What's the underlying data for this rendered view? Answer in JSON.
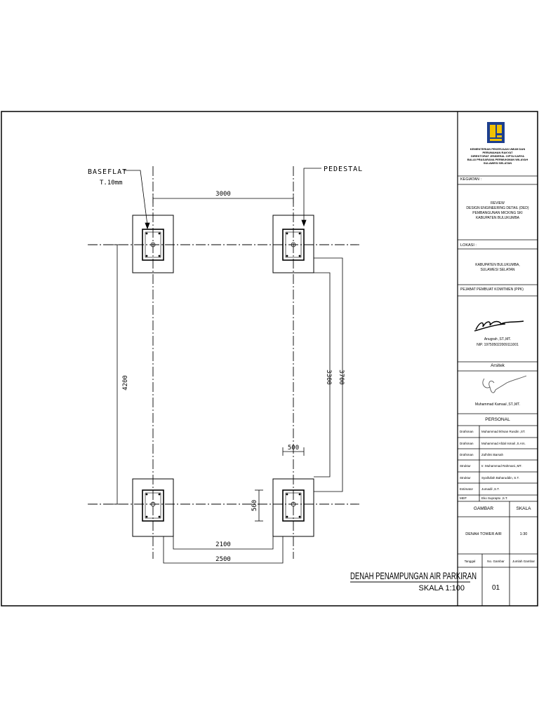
{
  "drawing": {
    "labels": {
      "baseflat": "BASEFLAT",
      "baseflat_thickness": "T.10mm",
      "pedestal": "PEDESTAL"
    },
    "dimensions": {
      "top_span": "3000",
      "left_height": "4200",
      "right_inner": "3300",
      "right_outer": "3700",
      "bottom_inner": "2100",
      "bottom_outer": "2500",
      "pedestal_w": "500",
      "pedestal_h": "500"
    },
    "title": "DENAH PENAMPUNGAN AIR PARKIRAN",
    "scale": "SKALA 1:100"
  },
  "titleblock": {
    "agency": [
      "KEMENTERIAN PEKERJAAN UMUM DAN",
      "PERUMAHAN RAKYAT",
      "DIREKTORAT JENDERAL CIPTA KARYA",
      "BALAI PRASARANA PERMUKIMAN WILAYAH",
      "SULAWESI SELATAN"
    ],
    "kegiatan_label": "KEGIATAN :",
    "kegiatan_lines": [
      "REVIEW",
      "DESIGN ENGINEERING DETAIL (DED)",
      "PEMBANGUNAN MICKING SKI",
      "KABUPATEN BULUKUMBA"
    ],
    "lokasi_label": "LOKASI :",
    "lokasi_lines": [
      "KABUPATEN BULUKUMBA,",
      "SULAWESI SELATAN"
    ],
    "ppk_label": "PEJABAT PEMBUAT KOMITMEN (PPK)",
    "ppk_name": "Anugrah ,ST.,MT.",
    "ppk_nip": "NIP. 197505022009111001",
    "arsitek_label": "Arsitek",
    "arsitek_name": "Muhammad Kamaal ,ST.,MT.",
    "personal_label": "PERSONAL",
    "personnel": [
      {
        "role": "Drafsman",
        "name": "Muhammad Ikhsan Rusdin ,ST."
      },
      {
        "role": "Drafsman",
        "name": "Muhammad Afdal Ismail ,S.Ars."
      },
      {
        "role": "Drafsman",
        "name": "Zulhilmi Barsah"
      },
      {
        "role": "Struktur",
        "name": "Ir. Muhammad Rahmani.,MT."
      },
      {
        "role": "Struktur",
        "name": "Syaifullah Baharuddin, S.T."
      },
      {
        "role": "Estimator",
        "name": "Jumadil ,S.T."
      },
      {
        "role": "MEP",
        "name": "Eko Suprapto ,S.T."
      }
    ],
    "gambar_label": "GAMBAR",
    "skala_label": "SKALA",
    "gambar_value": "DENAH TOWER AIR",
    "skala_value": "1:30",
    "tanggal_label": "Tanggal",
    "no_gambar_label": "No. Gambar",
    "jumlah_label": "Jumlah Gambar",
    "no_gambar_value": "01"
  }
}
